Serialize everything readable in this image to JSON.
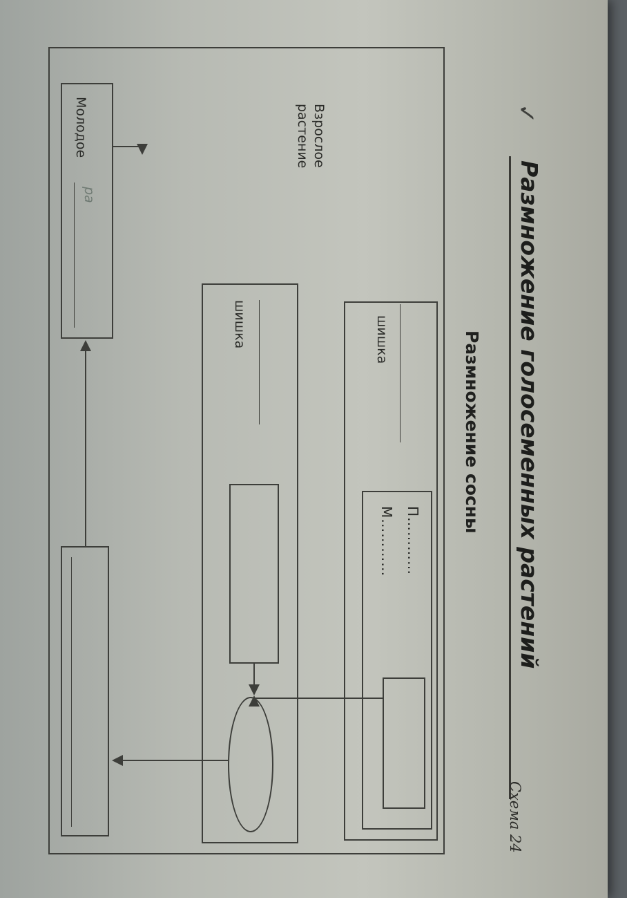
{
  "page": {
    "chapter_title": "Размножение голосеменных растений",
    "scheme_label": "Схема 24",
    "check_mark": "✓"
  },
  "diagram": {
    "title": "Размножение сосны",
    "adult_plant_label": "Взрослое растение",
    "upper_cone_label": "шишка",
    "lower_cone_label": "шишка",
    "pollen_label": "П…………",
    "ovule_label": "М…………",
    "young_plant_label": "Молодое",
    "young_plant_handwriting": "ра"
  }
}
